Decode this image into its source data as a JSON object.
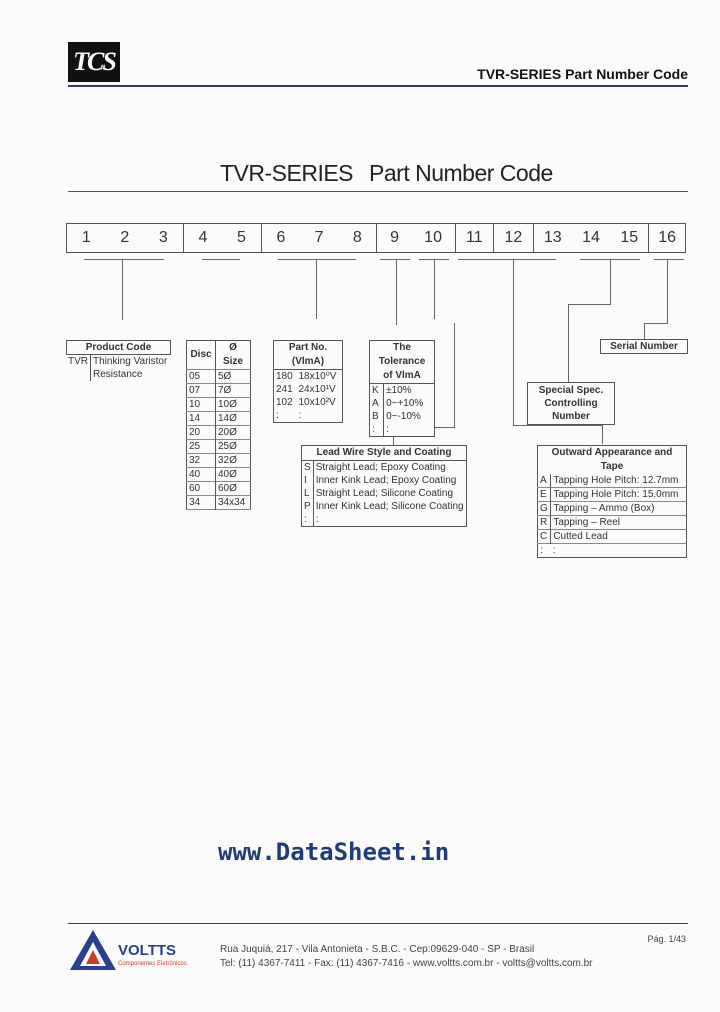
{
  "logo": {
    "text": "TCS"
  },
  "header": {
    "title": "TVR-SERIES Part Number Code"
  },
  "page_title": {
    "a": "TVR-SERIES",
    "b": "Part Number Code"
  },
  "boxes": [
    {
      "digits": [
        "1",
        "2",
        "3"
      ]
    },
    {
      "digits": [
        "4",
        "5"
      ]
    },
    {
      "digits": [
        "6",
        "7",
        "8"
      ]
    },
    {
      "digits": [
        "9",
        "10"
      ]
    },
    {
      "digits": [
        "11"
      ]
    },
    {
      "digits": [
        "12"
      ]
    },
    {
      "digits": [
        "13",
        "14",
        "15"
      ]
    },
    {
      "digits": [
        "16"
      ]
    }
  ],
  "product_code": {
    "title": "Product Code",
    "code": "TVR",
    "desc1": "Thinking Varistor",
    "desc2": "Resistance"
  },
  "disc": {
    "h1": "Disc",
    "h2": "Ø Size",
    "rows": [
      [
        "05",
        "5Ø"
      ],
      [
        "07",
        "7Ø"
      ],
      [
        "10",
        "10Ø"
      ],
      [
        "14",
        "14Ø"
      ],
      [
        "20",
        "20Ø"
      ],
      [
        "25",
        "25Ø"
      ],
      [
        "32",
        "32Ø"
      ],
      [
        "40",
        "40Ø"
      ],
      [
        "60",
        "60Ø"
      ],
      [
        "34",
        "34x34"
      ]
    ]
  },
  "part_no": {
    "title": "Part No. (VlmA)",
    "rows": [
      [
        "180",
        "18x10⁰V"
      ],
      [
        "241",
        "24x10¹V"
      ],
      [
        "102",
        "10x10²V"
      ],
      [
        ":",
        ":"
      ]
    ]
  },
  "tolerance": {
    "title1": "The Tolerance",
    "title2": "of VlmA",
    "rows": [
      [
        "K",
        "±10%"
      ],
      [
        "A",
        "0~+10%"
      ],
      [
        "B",
        "0~-10%"
      ],
      [
        ":",
        ":"
      ]
    ]
  },
  "lead_wire": {
    "title": "Lead Wire Style and Coating",
    "rows": [
      [
        "S",
        "Straight Lead; Epoxy Coating"
      ],
      [
        "I",
        "Inner Kink Lead; Epoxy Coating"
      ],
      [
        "L",
        "Straight Lead; Silicone Coating"
      ],
      [
        "P",
        "Inner Kink Lead; Silicone Coating"
      ],
      [
        ":",
        ":"
      ]
    ]
  },
  "special": {
    "line1": "Special Spec.",
    "line2": "Controlling Number"
  },
  "serial": {
    "title": "Serial Number"
  },
  "outward": {
    "title": "Outward Appearance and Tape",
    "rows": [
      [
        "A",
        "Tapping Hole Pitch: 12.7mm"
      ],
      [
        "E",
        "Tapping Hole Pitch: 15.0mm"
      ],
      [
        "G",
        "Tapping – Ammo (Box)"
      ],
      [
        "R",
        "Tapping – Reel"
      ],
      [
        "C",
        "Cutted Lead"
      ],
      [
        ":",
        ":"
      ]
    ]
  },
  "watermark": "www.DataSheet.in",
  "footer": {
    "brand": "VOLTTS",
    "brand_sub": "Componentes Eletrônicos",
    "line1": "Rua Juquiá, 217  -  Vila Antonieta  -  S.B.C.  -  Cep:09629-040  -  SP - Brasil",
    "line2": "Tel: (11) 4367-7411  -  Fax: (11) 4367-7416  -  www.voltts.com.br  -  voltts@voltts.com.br",
    "page": "Pág. 1/43"
  }
}
